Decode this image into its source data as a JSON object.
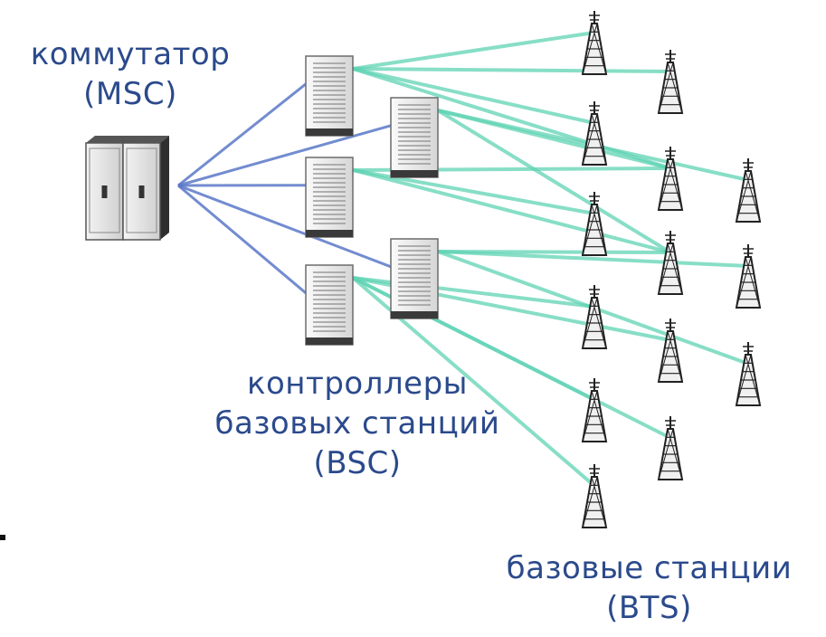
{
  "labels": {
    "msc_line1": "коммутатор",
    "msc_line2": "(MSC)",
    "bsc_line1": "контроллеры",
    "bsc_line2": "базовых станций",
    "bsc_line3": "(BSC)",
    "bts_line1": "базовые станции",
    "bts_line2": "(BTS)"
  },
  "colors": {
    "text": "#2b4a8c",
    "msc_bsc_link": "#5a78c8",
    "bsc_bts_link": "#5fd3b3"
  },
  "icons": {
    "msc": "server-rack-icon",
    "bsc": "server-tower-icon",
    "bts": "radio-tower-icon"
  }
}
